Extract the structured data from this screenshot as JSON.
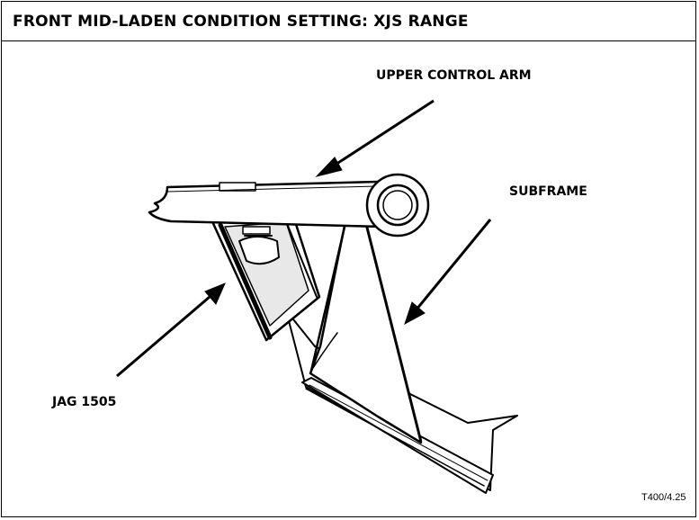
{
  "header": {
    "title": "FRONT MID-LADEN CONDITION SETTING: XJS RANGE"
  },
  "labels": {
    "upper_control_arm": "UPPER CONTROL ARM",
    "subframe": "SUBFRAME",
    "tool": "JAG 1505"
  },
  "reference": "T400/4.25"
}
